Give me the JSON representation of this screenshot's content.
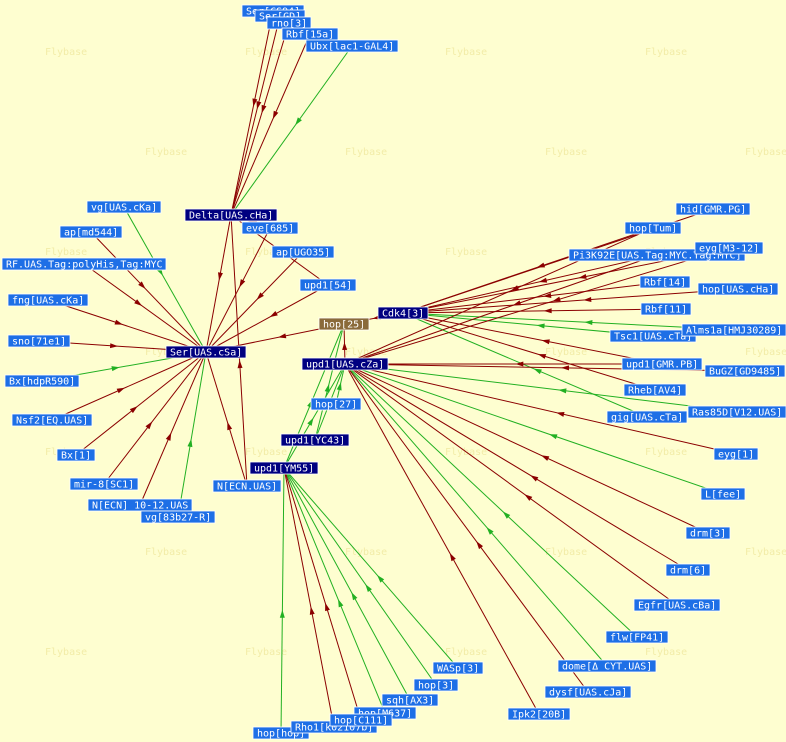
{
  "colors": {
    "background": "#fefed0",
    "watermark": "#f2eca8",
    "hub_fill": "#000080",
    "leaf_fill": "#1e6fe6",
    "highlight_fill": "#8a6a3a",
    "label_text": "#ffffff",
    "edge_red": "#8b0000",
    "edge_green": "#22b022"
  },
  "watermark_text": "Flybase",
  "nodes": [
    {
      "id": "delta",
      "label": "Delta[UAS.cHa]",
      "kind": "hub"
    },
    {
      "id": "ser_cs",
      "label": "Ser[UAS.cSa]",
      "kind": "hub"
    },
    {
      "id": "upd1_cz",
      "label": "upd1[UAS.cZa]",
      "kind": "hub"
    },
    {
      "id": "upd1_yc",
      "label": "upd1[YC43]",
      "kind": "hub"
    },
    {
      "id": "upd1_ym",
      "label": "upd1[YM55]",
      "kind": "hub"
    },
    {
      "id": "cdk4",
      "label": "Cdk4[3]",
      "kind": "hub"
    },
    {
      "id": "hop25",
      "label": "hop[25]",
      "kind": "highlight"
    },
    {
      "id": "ser_cs94",
      "label": "Ser[CS94]",
      "kind": "leaf"
    },
    {
      "id": "ser_gd",
      "label": "Ser[GD]",
      "kind": "leaf"
    },
    {
      "id": "rno3",
      "label": "rno[3]",
      "kind": "leaf"
    },
    {
      "id": "rbf15",
      "label": "Rbf[15a]",
      "kind": "leaf"
    },
    {
      "id": "ubx",
      "label": "Ubx[lac1-GAL4]",
      "kind": "leaf"
    },
    {
      "id": "vg_cka",
      "label": "vg[UAS.cKa]",
      "kind": "leaf"
    },
    {
      "id": "ap_md",
      "label": "ap[md544]",
      "kind": "leaf"
    },
    {
      "id": "rf_uas",
      "label": "RF.UAS.Tag:polyHis,Tag:MYC",
      "kind": "leaf"
    },
    {
      "id": "fng",
      "label": "fng[UAS.cKa]",
      "kind": "leaf"
    },
    {
      "id": "sno",
      "label": "sno[71e1]",
      "kind": "leaf"
    },
    {
      "id": "bx_hdp",
      "label": "Bx[hdpR590]",
      "kind": "leaf"
    },
    {
      "id": "nsf2",
      "label": "Nsf2[EQ.UAS]",
      "kind": "leaf"
    },
    {
      "id": "bx1",
      "label": "Bx[1]",
      "kind": "leaf"
    },
    {
      "id": "mir8",
      "label": "mir-8[SC1]",
      "kind": "leaf"
    },
    {
      "id": "n_ecn_10",
      "label": "N[ECN] 10-12.UAS",
      "kind": "leaf"
    },
    {
      "id": "vg83",
      "label": "vg[83b27-R]",
      "kind": "leaf"
    },
    {
      "id": "n_ecn_uas",
      "label": "N[ECN.UAS]",
      "kind": "leaf"
    },
    {
      "id": "eve685",
      "label": "eve[685]",
      "kind": "leaf"
    },
    {
      "id": "ap_ugo",
      "label": "ap[UGO35]",
      "kind": "leaf"
    },
    {
      "id": "upd1_54",
      "label": "upd1[54]",
      "kind": "leaf"
    },
    {
      "id": "hid",
      "label": "hid[GMR.PG]",
      "kind": "leaf"
    },
    {
      "id": "hop_tum",
      "label": "hop[Tum]",
      "kind": "leaf"
    },
    {
      "id": "pi3k",
      "label": "Pi3K92E[UAS.Tag:MYC.Tag:MYC]",
      "kind": "leaf"
    },
    {
      "id": "eyg_m3",
      "label": "eyg[M3-12]",
      "kind": "leaf"
    },
    {
      "id": "rbf14",
      "label": "Rbf[14]",
      "kind": "leaf"
    },
    {
      "id": "hop_cha",
      "label": "hop[UAS.cHa]",
      "kind": "leaf"
    },
    {
      "id": "rbf11",
      "label": "Rbf[11]",
      "kind": "leaf"
    },
    {
      "id": "tsc1",
      "label": "Tsc1[UAS.cTa]",
      "kind": "leaf"
    },
    {
      "id": "alms1a",
      "label": "Alms1a[HMJ30289]",
      "kind": "leaf"
    },
    {
      "id": "upd1_gmr",
      "label": "upd1[GMR.PB]",
      "kind": "leaf"
    },
    {
      "id": "bugz",
      "label": "BuGZ[GD9485]",
      "kind": "leaf"
    },
    {
      "id": "rheb",
      "label": "Rheb[AV4]",
      "kind": "leaf"
    },
    {
      "id": "gig",
      "label": "gig[UAS.cTa]",
      "kind": "leaf"
    },
    {
      "id": "ras85d",
      "label": "Ras85D[V12.UAS]",
      "kind": "leaf"
    },
    {
      "id": "hop27",
      "label": "hop[27]",
      "kind": "leaf"
    },
    {
      "id": "eyg1",
      "label": "eyg[1]",
      "kind": "leaf"
    },
    {
      "id": "lfee",
      "label": "L[fee]",
      "kind": "leaf"
    },
    {
      "id": "drm3",
      "label": "drm[3]",
      "kind": "leaf"
    },
    {
      "id": "drm6",
      "label": "drm[6]",
      "kind": "leaf"
    },
    {
      "id": "egfr",
      "label": "Egfr[UAS.cBa]",
      "kind": "leaf"
    },
    {
      "id": "flw",
      "label": "flw[FP41]",
      "kind": "leaf"
    },
    {
      "id": "dome",
      "label": "dome[Δ CYT.UAS]",
      "kind": "leaf"
    },
    {
      "id": "dysf",
      "label": "dysf[UAS.cJa]",
      "kind": "leaf"
    },
    {
      "id": "ipk2",
      "label": "Ipk2[20B]",
      "kind": "leaf"
    },
    {
      "id": "wasp",
      "label": "WASp[3]",
      "kind": "leaf"
    },
    {
      "id": "hop3",
      "label": "hop[3]",
      "kind": "leaf"
    },
    {
      "id": "sqh",
      "label": "sqh[AX3]",
      "kind": "leaf"
    },
    {
      "id": "hop_m637",
      "label": "hop[M637]",
      "kind": "leaf"
    },
    {
      "id": "hop_hop",
      "label": "hop[hop]",
      "kind": "leaf"
    },
    {
      "id": "rho1",
      "label": "Rho1[k02107b]",
      "kind": "leaf"
    },
    {
      "id": "hop_c111",
      "label": "hop[C111]",
      "kind": "leaf"
    }
  ],
  "edges": [
    {
      "from": "ser_cs94",
      "to": "delta",
      "color": "red"
    },
    {
      "from": "ser_gd",
      "to": "delta",
      "color": "red"
    },
    {
      "from": "rno3",
      "to": "delta",
      "color": "red"
    },
    {
      "from": "rbf15",
      "to": "delta",
      "color": "red"
    },
    {
      "from": "ubx",
      "to": "delta",
      "color": "green"
    },
    {
      "from": "eve685",
      "to": "delta",
      "color": "red"
    },
    {
      "from": "upd1_54",
      "to": "delta",
      "color": "red"
    },
    {
      "from": "n_ecn_uas",
      "to": "delta",
      "color": "red"
    },
    {
      "from": "vg_cka",
      "to": "ser_cs",
      "color": "green"
    },
    {
      "from": "ap_md",
      "to": "ser_cs",
      "color": "red"
    },
    {
      "from": "rf_uas",
      "to": "ser_cs",
      "color": "red"
    },
    {
      "from": "fng",
      "to": "ser_cs",
      "color": "red"
    },
    {
      "from": "sno",
      "to": "ser_cs",
      "color": "red"
    },
    {
      "from": "bx_hdp",
      "to": "ser_cs",
      "color": "green"
    },
    {
      "from": "nsf2",
      "to": "ser_cs",
      "color": "red"
    },
    {
      "from": "bx1",
      "to": "ser_cs",
      "color": "red"
    },
    {
      "from": "mir8",
      "to": "ser_cs",
      "color": "red"
    },
    {
      "from": "n_ecn_10",
      "to": "ser_cs",
      "color": "red"
    },
    {
      "from": "vg83",
      "to": "ser_cs",
      "color": "green"
    },
    {
      "from": "n_ecn_uas",
      "to": "ser_cs",
      "color": "red"
    },
    {
      "from": "delta",
      "to": "ser_cs",
      "color": "red"
    },
    {
      "from": "eve685",
      "to": "ser_cs",
      "color": "red"
    },
    {
      "from": "ap_ugo",
      "to": "ser_cs",
      "color": "red"
    },
    {
      "from": "upd1_54",
      "to": "ser_cs",
      "color": "red"
    },
    {
      "from": "hop25",
      "to": "ser_cs",
      "color": "red"
    },
    {
      "from": "cdk4",
      "to": "hop25",
      "color": "red"
    },
    {
      "from": "upd1_cz",
      "to": "hop25",
      "color": "red"
    },
    {
      "from": "upd1_yc",
      "to": "hop25",
      "color": "green"
    },
    {
      "from": "upd1_ym",
      "to": "hop25",
      "color": "green"
    },
    {
      "from": "hid",
      "to": "cdk4",
      "color": "red"
    },
    {
      "from": "hop_tum",
      "to": "cdk4",
      "color": "red"
    },
    {
      "from": "pi3k",
      "to": "cdk4",
      "color": "red"
    },
    {
      "from": "eyg_m3",
      "to": "cdk4",
      "color": "red"
    },
    {
      "from": "rbf14",
      "to": "cdk4",
      "color": "red"
    },
    {
      "from": "hop_cha",
      "to": "cdk4",
      "color": "red"
    },
    {
      "from": "rbf11",
      "to": "cdk4",
      "color": "red"
    },
    {
      "from": "tsc1",
      "to": "cdk4",
      "color": "green"
    },
    {
      "from": "alms1a",
      "to": "cdk4",
      "color": "green"
    },
    {
      "from": "upd1_gmr",
      "to": "cdk4",
      "color": "red"
    },
    {
      "from": "rheb",
      "to": "cdk4",
      "color": "red"
    },
    {
      "from": "gig",
      "to": "cdk4",
      "color": "green"
    },
    {
      "from": "hop_tum",
      "to": "upd1_cz",
      "color": "red"
    },
    {
      "from": "pi3k",
      "to": "upd1_cz",
      "color": "red"
    },
    {
      "from": "eyg_m3",
      "to": "upd1_cz",
      "color": "red"
    },
    {
      "from": "upd1_gmr",
      "to": "upd1_cz",
      "color": "red"
    },
    {
      "from": "bugz",
      "to": "upd1_cz",
      "color": "red"
    },
    {
      "from": "ras85d",
      "to": "upd1_cz",
      "color": "green"
    },
    {
      "from": "eyg1",
      "to": "upd1_cz",
      "color": "red"
    },
    {
      "from": "lfee",
      "to": "upd1_cz",
      "color": "green"
    },
    {
      "from": "drm3",
      "to": "upd1_cz",
      "color": "red"
    },
    {
      "from": "drm6",
      "to": "upd1_cz",
      "color": "red"
    },
    {
      "from": "egfr",
      "to": "upd1_cz",
      "color": "red"
    },
    {
      "from": "flw",
      "to": "upd1_cz",
      "color": "green"
    },
    {
      "from": "dome",
      "to": "upd1_cz",
      "color": "green"
    },
    {
      "from": "dysf",
      "to": "upd1_cz",
      "color": "red"
    },
    {
      "from": "ipk2",
      "to": "upd1_cz",
      "color": "red"
    },
    {
      "from": "hop27",
      "to": "upd1_cz",
      "color": "green"
    },
    {
      "from": "upd1_yc",
      "to": "upd1_cz",
      "color": "green"
    },
    {
      "from": "upd1_ym",
      "to": "upd1_cz",
      "color": "green"
    },
    {
      "from": "wasp",
      "to": "upd1_ym",
      "color": "green"
    },
    {
      "from": "hop3",
      "to": "upd1_ym",
      "color": "green"
    },
    {
      "from": "sqh",
      "to": "upd1_ym",
      "color": "green"
    },
    {
      "from": "hop_m637",
      "to": "upd1_ym",
      "color": "green"
    },
    {
      "from": "hop_hop",
      "to": "upd1_ym",
      "color": "green"
    },
    {
      "from": "rho1",
      "to": "upd1_ym",
      "color": "red"
    },
    {
      "from": "hop_c111",
      "to": "upd1_ym",
      "color": "red"
    }
  ]
}
